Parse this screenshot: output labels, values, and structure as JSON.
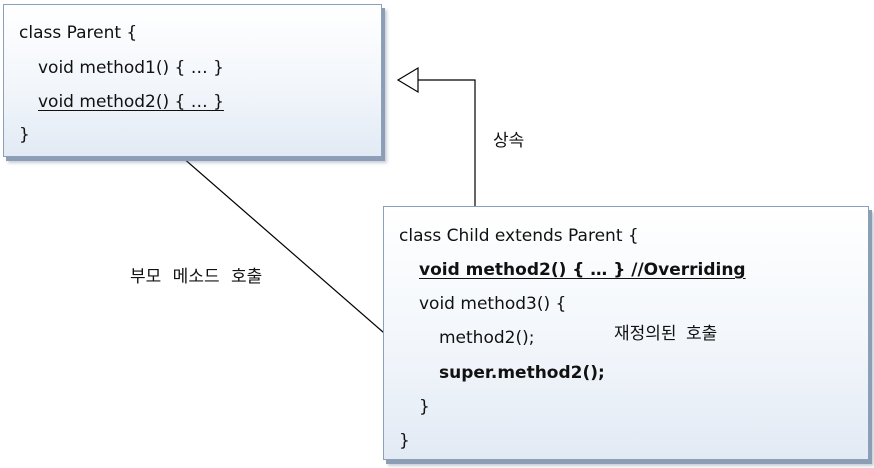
{
  "parent": {
    "line1": "class Parent {",
    "line2": "void method1() { … }",
    "line3": "void method2() { … }",
    "line4": "}"
  },
  "child": {
    "line1": "class Child extends Parent {",
    "line2": "void method2() { … } //Overriding",
    "line3": "void method3() {",
    "line4": "method2();",
    "line5": "super.method2();",
    "line6": "}",
    "line7": "}"
  },
  "labels": {
    "inheritance": "상속",
    "parent_call": "부모 메소드 호출",
    "override_call": "재정의된 호출"
  }
}
